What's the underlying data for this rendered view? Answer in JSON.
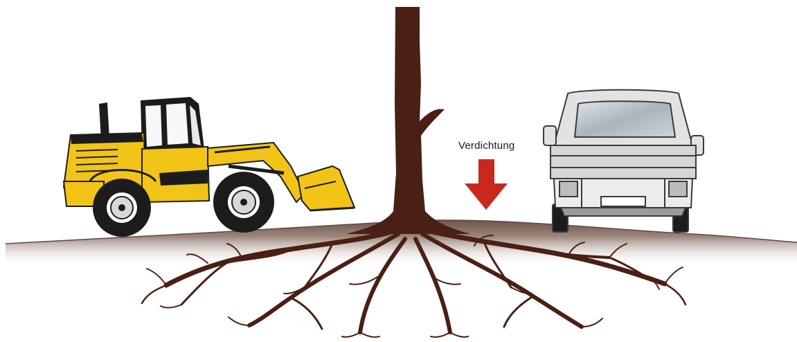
{
  "annotation": {
    "label": "Verdichtung",
    "arrow_direction": "down"
  },
  "objects": [
    "wheel-loader",
    "tree-trunk",
    "root-system",
    "pickup-truck",
    "soil-surface"
  ],
  "colors": {
    "background": "#ffffff",
    "trunk": "#4a1f14",
    "soil_top": "#8a7268",
    "soil_fade": "#d9ccc6",
    "arrow": "#c8281e",
    "loader_yellow": "#f2c418",
    "loader_dark": "#1c1c1c",
    "truck_body": "#e2e2e2",
    "truck_outline": "#3a3a3a",
    "truck_glass": "#aab3bb"
  }
}
